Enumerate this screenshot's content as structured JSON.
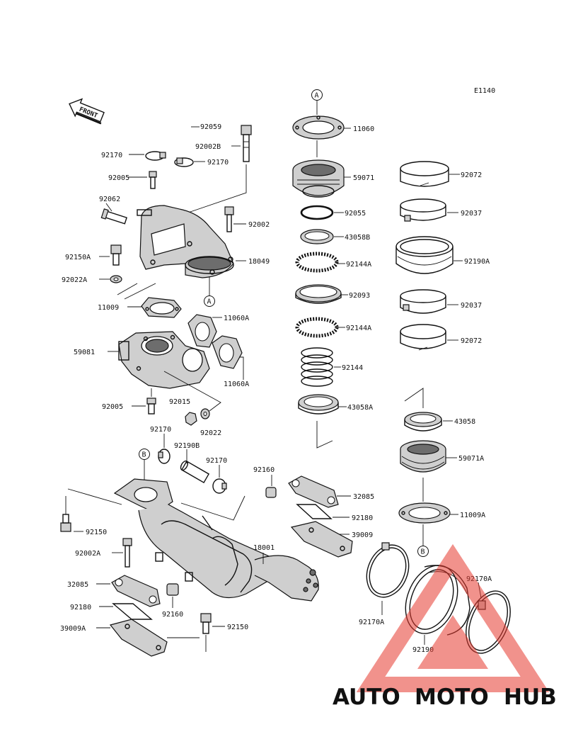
{
  "diagram": {
    "code": "E1140",
    "front_label": "FRONT",
    "refs": {
      "a": "A",
      "b": "B"
    },
    "parts": {
      "p92059": "92059",
      "p92002B": "92002B",
      "p92170_a": "92170",
      "p92170_b": "92170",
      "p92005_a": "92005",
      "p92062": "92062",
      "p92002_a": "92002",
      "p18049": "18049",
      "p92150A": "92150A",
      "p92022A": "92022A",
      "p11009": "11009",
      "p11060A_a": "11060A",
      "p11060A_b": "11060A",
      "p59081": "59081",
      "p92005_b": "92005",
      "p92015": "92015",
      "p92022": "92022",
      "p92170_c": "92170",
      "p92190B": "92190B",
      "p92170_d": "92170",
      "p92160_a": "92160",
      "p32085_a": "32085",
      "p92180_a": "92180",
      "p39009": "39009",
      "p18001": "18001",
      "p92150_a": "92150",
      "p92002A": "92002A",
      "p32085_b": "32085",
      "p92180_b": "92180",
      "p92160_b": "92160",
      "p39009A": "39009A",
      "p92150_b": "92150",
      "p11060": "11060",
      "p59071": "59071",
      "p92055": "92055",
      "p43058B": "43058B",
      "p92144A_a": "92144A",
      "p92093": "92093",
      "p92144A_b": "92144A",
      "p92144": "92144",
      "p43058A": "43058A",
      "p92072_a": "92072",
      "p92037_a": "92037",
      "p92190A": "92190A",
      "p92037_b": "92037",
      "p92072_b": "92072",
      "p43058": "43058",
      "p59071A": "59071A",
      "p11009A": "11009A",
      "p92170A_a": "92170A",
      "p92170A_b": "92170A",
      "p92190": "92190"
    }
  },
  "watermark": {
    "part1": "AUTO",
    "part2": "MOTO",
    "part3": "HUB",
    "color_auto": "#f4b24a",
    "color_moto": "#e63a2f",
    "color_hub": "#4d4d4d"
  }
}
